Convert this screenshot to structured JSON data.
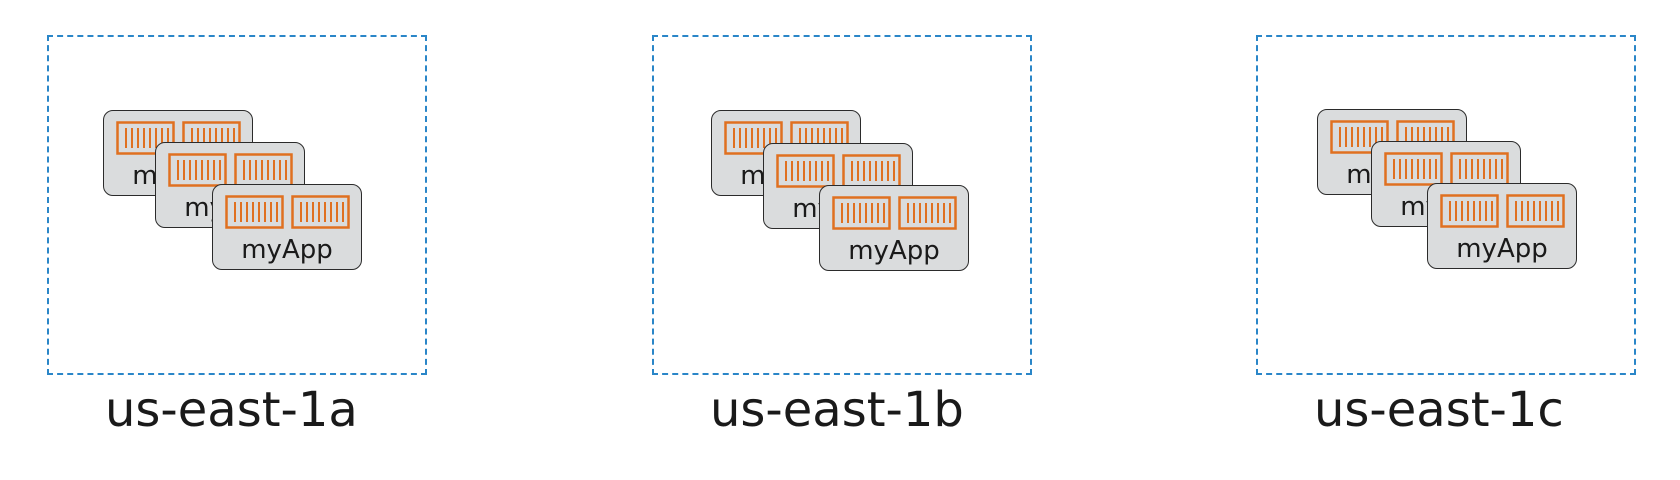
{
  "colors": {
    "zone_border": "#2a86c8",
    "container_orange": "#e07020",
    "task_fill": "#dadcdd"
  },
  "zones": [
    {
      "label": "us-east-1a"
    },
    {
      "label": "us-east-1b"
    },
    {
      "label": "us-east-1c"
    }
  ],
  "task": {
    "label": "myApp",
    "icon": "container-icon"
  }
}
